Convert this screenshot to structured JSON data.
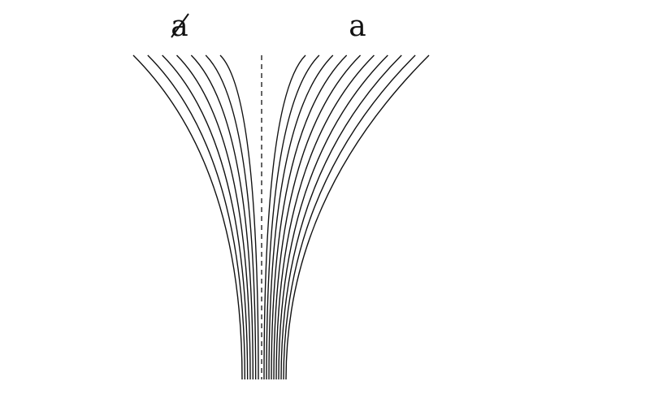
{
  "labels": {
    "left": "a",
    "right": "a"
  },
  "left_label_struck": true,
  "left_line_count": 7,
  "right_line_count": 10,
  "colors": {
    "stroke": "#111111",
    "background": "#ffffff"
  }
}
